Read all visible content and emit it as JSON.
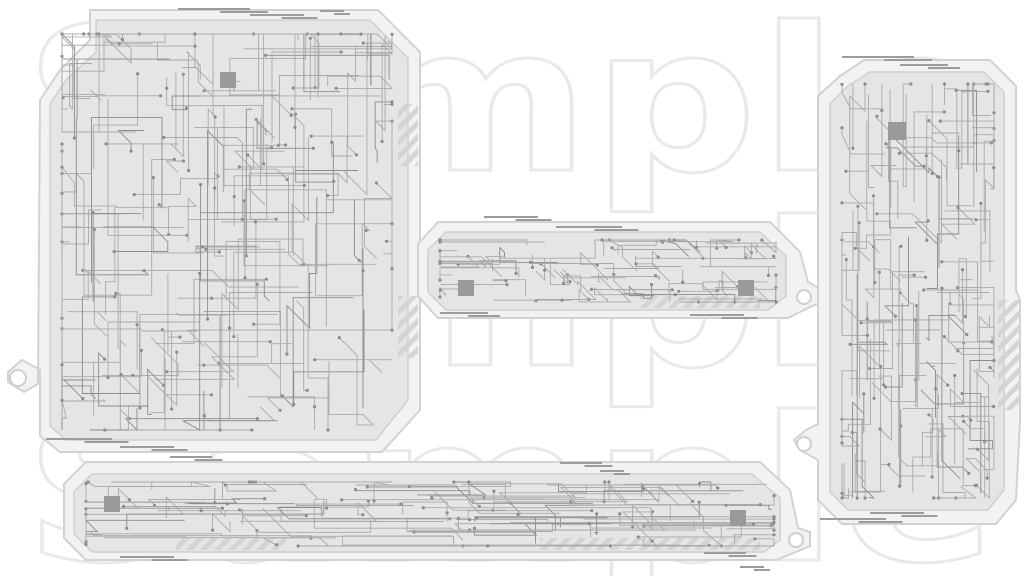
{
  "watermark": {
    "text": "Sample",
    "repeat": 3
  },
  "colors": {
    "panel_fill": "#e6e6e6",
    "panel_outline": "#d2d2d2",
    "frame_inner": "#f3f3f3",
    "trace": "#a9a9a9",
    "trace_dark": "#8c8c8c",
    "chip": "#9a9a9a",
    "hatch": "#d4d4d4",
    "label_bar": "#9c9c9c",
    "watermark_stroke": "#e9e9e9"
  },
  "panels": [
    {
      "id": "panel-large-left",
      "shape": "octagon-tall",
      "has_hatch": true,
      "chip_count": 1
    },
    {
      "id": "panel-bar-middle",
      "shape": "capsule",
      "has_hatch": true,
      "chip_count": 2
    },
    {
      "id": "panel-tall-right",
      "shape": "octagon-tall",
      "has_hatch": true,
      "chip_count": 1
    },
    {
      "id": "panel-bar-bottom",
      "shape": "capsule",
      "has_hatch": true,
      "chip_count": 2
    }
  ],
  "icons": [
    "circuit-trace-icon",
    "chip-icon",
    "ring-connector-icon",
    "hatch-stripes-icon"
  ]
}
